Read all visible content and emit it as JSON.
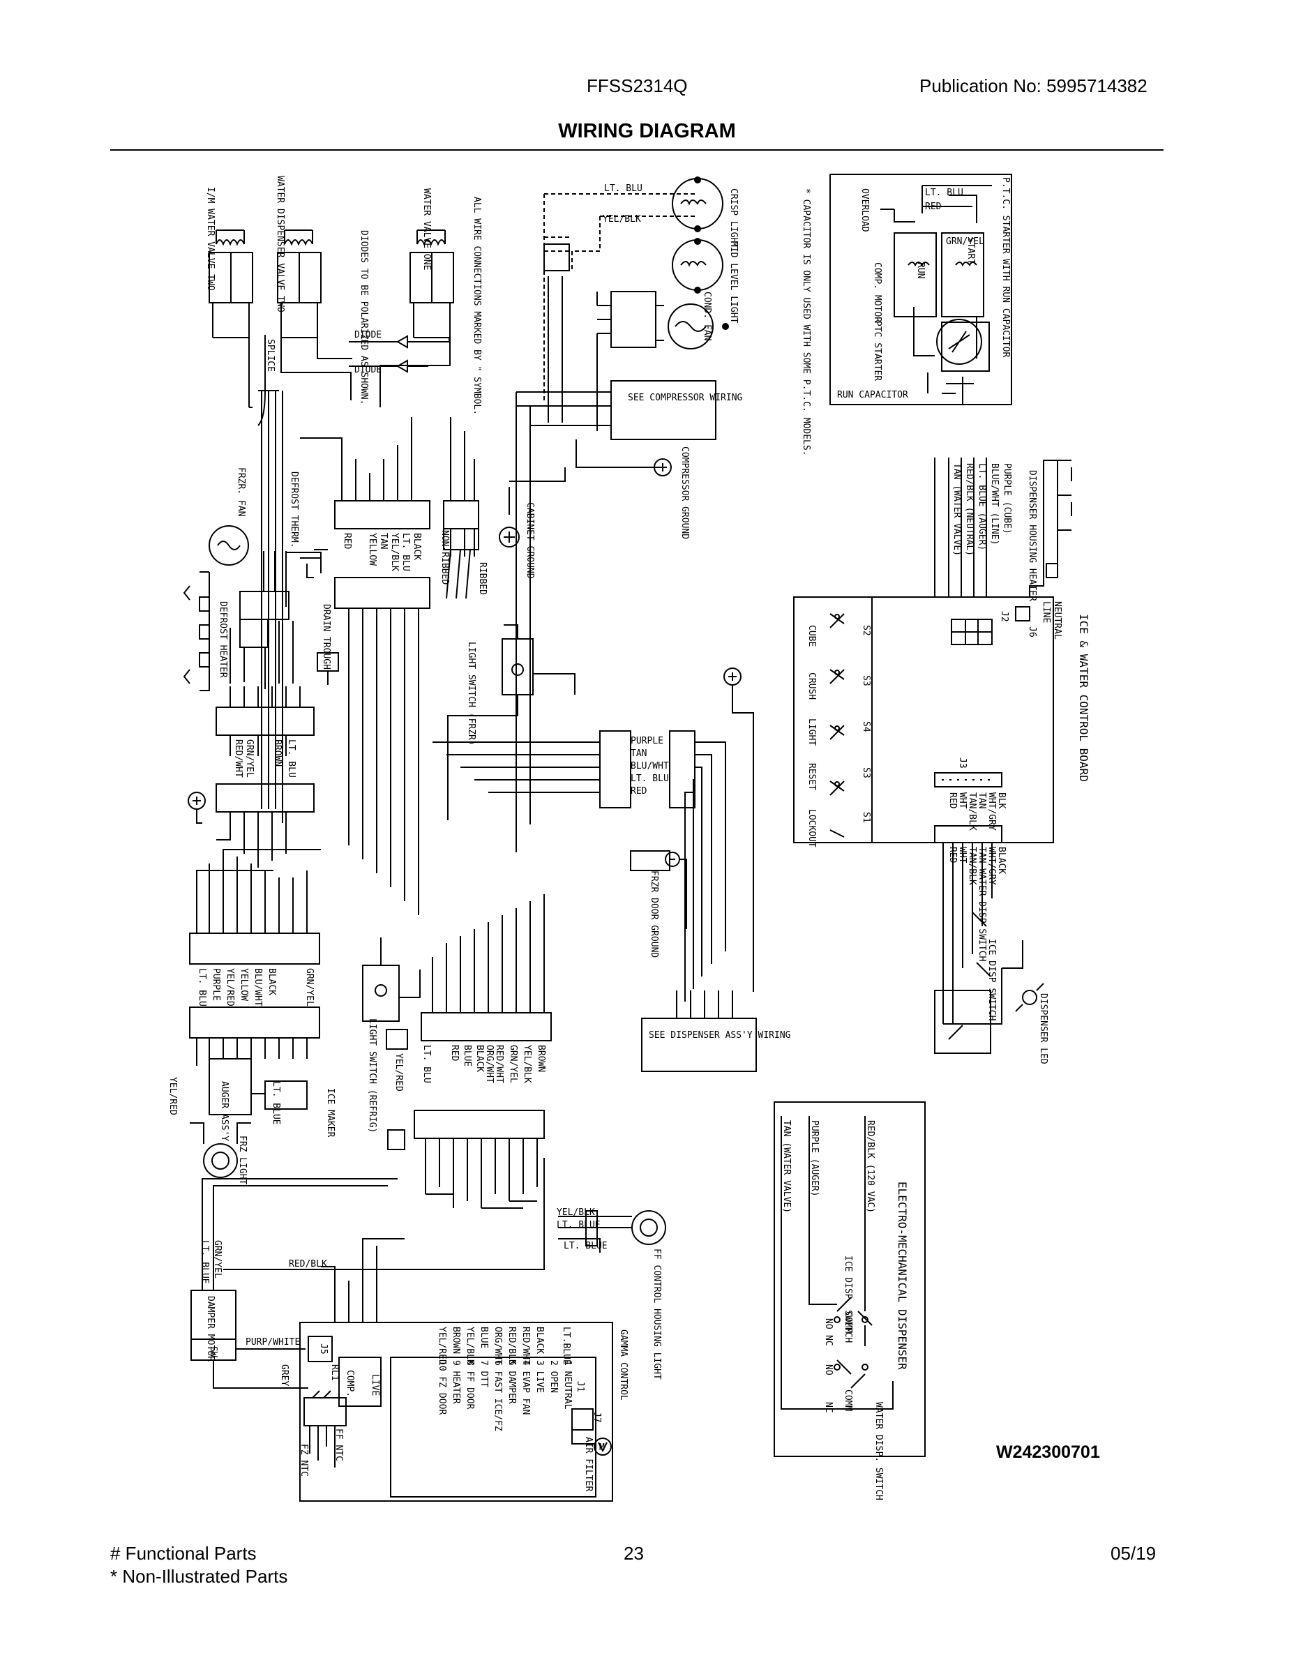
{
  "header": {
    "model": "FFSS2314Q",
    "publication": "Publication No:  5995714382",
    "title": "WIRING DIAGRAM"
  },
  "footer": {
    "legend_functional": "# Functional Parts",
    "legend_non_illustrated": "* Non-Illustrated Parts",
    "page_number": "23",
    "date_code": "05/19"
  },
  "drawing_number": "W242300701",
  "labels": {
    "im_valve": "I/M WATER VALVE TWO",
    "disp_valve": "WATER DISPENSER VALVE TWO",
    "water_valve_one": "WATER VALVE ONE",
    "diodes_note": "DIODES TO BE POLARIZED AS SHOWN.",
    "wire_note": "ALL WIRE CONNECTIONS MARKED BY \" SYMBOL.",
    "crisp_light": "CRISP LIGHT",
    "mid_level_light": "MID LEVEL LIGHT",
    "cond_fan": "COND. FAN",
    "lt_blu": "LT. BLU",
    "yel_blk": "YEL/BLK",
    "capacitor_note": "* CAPACITOR IS ONLY USED WITH SOME P.T.C. MODELS.",
    "ptc_title": "P.T.C. STARTER WITH RUN CAPACITOR",
    "overload": "OVERLOAD",
    "comp_motor": "COMP. MOTOR",
    "ptc_starter": "PTC STARTER",
    "run_capacitor": "RUN CAPACITOR",
    "start": "START",
    "run": "RUN",
    "red": "RED",
    "grn_yel": "GRN/YEL",
    "diode": "DIODE",
    "splice": "SPLICE",
    "see_compressor": "SEE COMPRESSOR WIRING",
    "compressor_ground": "COMPRESSOR GROUND",
    "cabinet_ground": "CABINET GROUND",
    "ribbed": "RIBBED",
    "non_ribbed": "NON-RIBBED",
    "frzr_fan": "FRZR. FAN",
    "defrost_therm": "DEFROST THERM.",
    "defrost_heater": "DEFROST HEATER",
    "drain_trough": "DRAIN TROUGH",
    "light_switch_frzr": "LIGHT SWITCH (FRZR)",
    "harness_1": [
      "BLACK",
      "LT. BLU",
      "YEL/BLK",
      "TAN",
      "YELLOW",
      "RED"
    ],
    "harness_2": [
      "LT. BLU",
      "BROWN",
      "GRN/YEL",
      "RED/WHT"
    ],
    "harness_3": [
      "PURPLE",
      "TAN",
      "BLU/WHT",
      "LT. BLU",
      "RED"
    ],
    "harness_4": [
      "LT. BLU",
      "PURPLE",
      "YEL/RED",
      "YELLOW",
      "BLU/WHT",
      "BLACK",
      "GRN/YEL"
    ],
    "harness_5": [
      "BROWN",
      "YEL/BLK",
      "GRN/YEL",
      "RED/WHT",
      "ORG/WHT",
      "BLACK",
      "BLUE",
      "RED",
      "LT. BLU"
    ],
    "frzr_door_ground": "FRZR DOOR GROUND",
    "see_dispenser": "SEE DISPENSER ASS'Y WIRING",
    "light_switch_refrig": "LIGHT SWITCH (REFRIG)",
    "yel_red": "YEL/RED",
    "auger_assy": "AUGER ASS'Y",
    "lt_blue": "LT. BLUE",
    "ice_maker": "ICE MAKER",
    "frz_light": "FRZ LIGHT",
    "ice_water_board": "ICE & WATER CONTROL BOARD",
    "dispenser_housing_heater": "DISPENSER HOUSING HEATER",
    "neutral": "NEUTRAL",
    "line": "LINE",
    "board_wires": [
      "PURPLE (CUBE)",
      "BLUE/WHT (LINE)",
      "LT. BLUE (AUGER)",
      "RED/BLK (NEUTRAL)",
      "TAN (WATER VALVE)"
    ],
    "switches": [
      "S2",
      "S3",
      "S4",
      "S3",
      "S1"
    ],
    "switch_names": [
      "CUBE",
      "CRUSH",
      "LIGHT",
      "RESET",
      "LOCKOUT"
    ],
    "j3": "J3",
    "j2": "J2",
    "j6": "J6",
    "j3_wires": [
      "BLK",
      "WHT/GRY",
      "TAN",
      "TAN/BLK",
      "WHT",
      "RED"
    ],
    "j3_wires_lower": [
      "BLACK",
      "WHT/GRY",
      "TAN WATER DISP SWITCH",
      "TAN/BLK",
      "WHT",
      "RED"
    ],
    "ice_disp_switch": "ICE DISP SWITCH",
    "dispenser_led": "DISPENSER LED",
    "no": "NO",
    "nc": "NC",
    "comm": "COMM",
    "em_dispenser": "ELECTRO-MECHANICAL DISPENSER",
    "em_wires": [
      "RED/BLK (120 VAC)",
      "PURPLE (AUGER)",
      "TAN (WATER VALVE)"
    ],
    "ice_disp": "ICE DISP. SWITCH",
    "water_disp": "WATER DISP. SWITCH",
    "yel_blk2": "YEL/BLK",
    "lt_blue2": "LT. BLUE",
    "lt_blue3": "LT. BLUE",
    "ff_control_light": "FF CONTROL HOUSING LIGHT",
    "gamma_control": "GAMMA CONTROL",
    "damper_motor": "DAMPER MOTOR",
    "sw": "SW",
    "red_blk": "RED/BLK",
    "purp_white": "PURP/WHITE",
    "grey": "GREY",
    "grn_yel2": "GRN/YEL",
    "lt_blue4": "LT. BLUE",
    "rl1": "RL1",
    "comp": "COMP.",
    "live": "LIVE",
    "j1": "J1",
    "j5": "J5",
    "j7": "J7",
    "gamma_pins": [
      "1 NEUTRAL",
      "2 OPEN",
      "3 LIVE",
      "4 EVAP FAN",
      "5 DAMPER",
      "6 FAST ICE/FZ",
      "7 DTT",
      "8 FF DOOR",
      "9 HEATER",
      "10 FZ DOOR"
    ],
    "gamma_wires": [
      "LT.BLUE",
      "BLACK",
      "RED/WHT",
      "RED/BLK",
      "ORG/WHT",
      "BLUE",
      "YEL/BLK",
      "BROWN",
      "YEL/RED"
    ],
    "air_filter": "AIR FILTER",
    "ff_ntc": "FF NTC",
    "fz_ntc": "FZ NTC",
    "m": "M"
  }
}
